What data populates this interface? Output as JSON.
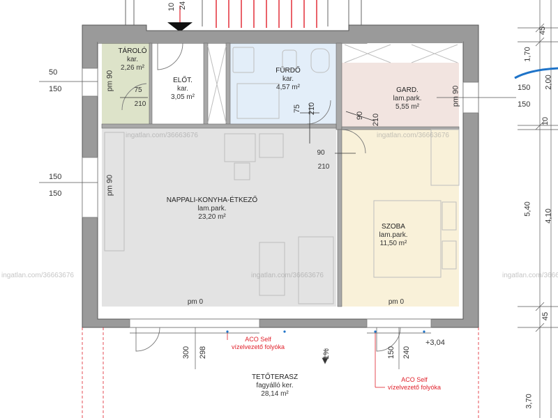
{
  "rooms": {
    "taroló": {
      "name": "TÁROLÓ",
      "floor": "kar.",
      "area": "2,26 m²"
    },
    "elot": {
      "name": "ELŐT.",
      "floor": "kar.",
      "area": "3,05 m²"
    },
    "furdo": {
      "name": "FÜRDŐ",
      "floor": "kar.",
      "area": "4,57 m²"
    },
    "gard": {
      "name": "GARD.",
      "floor": "lam.park.",
      "area": "5,55 m²"
    },
    "nappali": {
      "name": "NAPPALI-KONYHA-ÉTKEZŐ",
      "floor": "lam.park.",
      "area": "23,20 m²"
    },
    "szoba": {
      "name": "SZOBA",
      "floor": "lam.park.",
      "area": "11,50 m²"
    },
    "terasz": {
      "name": "TETŐTERASZ",
      "floor": "fagyálló ker.",
      "area": "28,14 m²"
    }
  },
  "door_marks": {
    "d1_w": "75",
    "d1_h": "210",
    "d2_w": "75",
    "d2_h": "210",
    "d3_w": "90",
    "d3_h": "210",
    "d4_w": "90",
    "d4_h": "210"
  },
  "window_marks": {
    "pm_taroló": "pm 90",
    "pm_nappali": "pm 90",
    "pm_gard": "pm 90",
    "pm0_left": "pm 0",
    "pm0_right": "pm 0"
  },
  "left_dims": {
    "a_top": "50",
    "a_bot": "150",
    "b_top": "150",
    "b_bot": "150"
  },
  "right_dims": {
    "g_top": "150",
    "g_bot": "150",
    "v_45_top": "45",
    "v_170": "1,70",
    "v_200": "2,00",
    "v_10": "10",
    "v_540": "5,40",
    "v_410": "4,10",
    "v_45_bot": "45",
    "v_370": "3,70"
  },
  "top_labels": {
    "stair_left": "10",
    "stair_right": "24"
  },
  "bottom_dims": {
    "d300": "300",
    "d298": "298",
    "d150": "150",
    "d240": "240",
    "slope": "1%"
  },
  "level_mark": "+3,04",
  "aco_left": {
    "line1": "ACO Self",
    "line2": "vízelvezető folyóka"
  },
  "aco_right": {
    "line1": "ACO Self",
    "line2": "vízelvezető folyóka"
  },
  "watermarks": [
    "ingatlan.com/36663676",
    "ingatlan.com/36663676",
    "ingatlan.com/36663676",
    "ingatlan.com/36663676",
    "ingatlan.com/36663676"
  ],
  "colors": {
    "wall": "#8a8a8a",
    "taroló": "#dde3c9",
    "furdo": "#e3eef9",
    "gard": "#f2e4e0",
    "nappali": "#e3e3e3",
    "szoba": "#f9f1d9",
    "red": "#e0202a",
    "blue": "#1e73c8"
  }
}
